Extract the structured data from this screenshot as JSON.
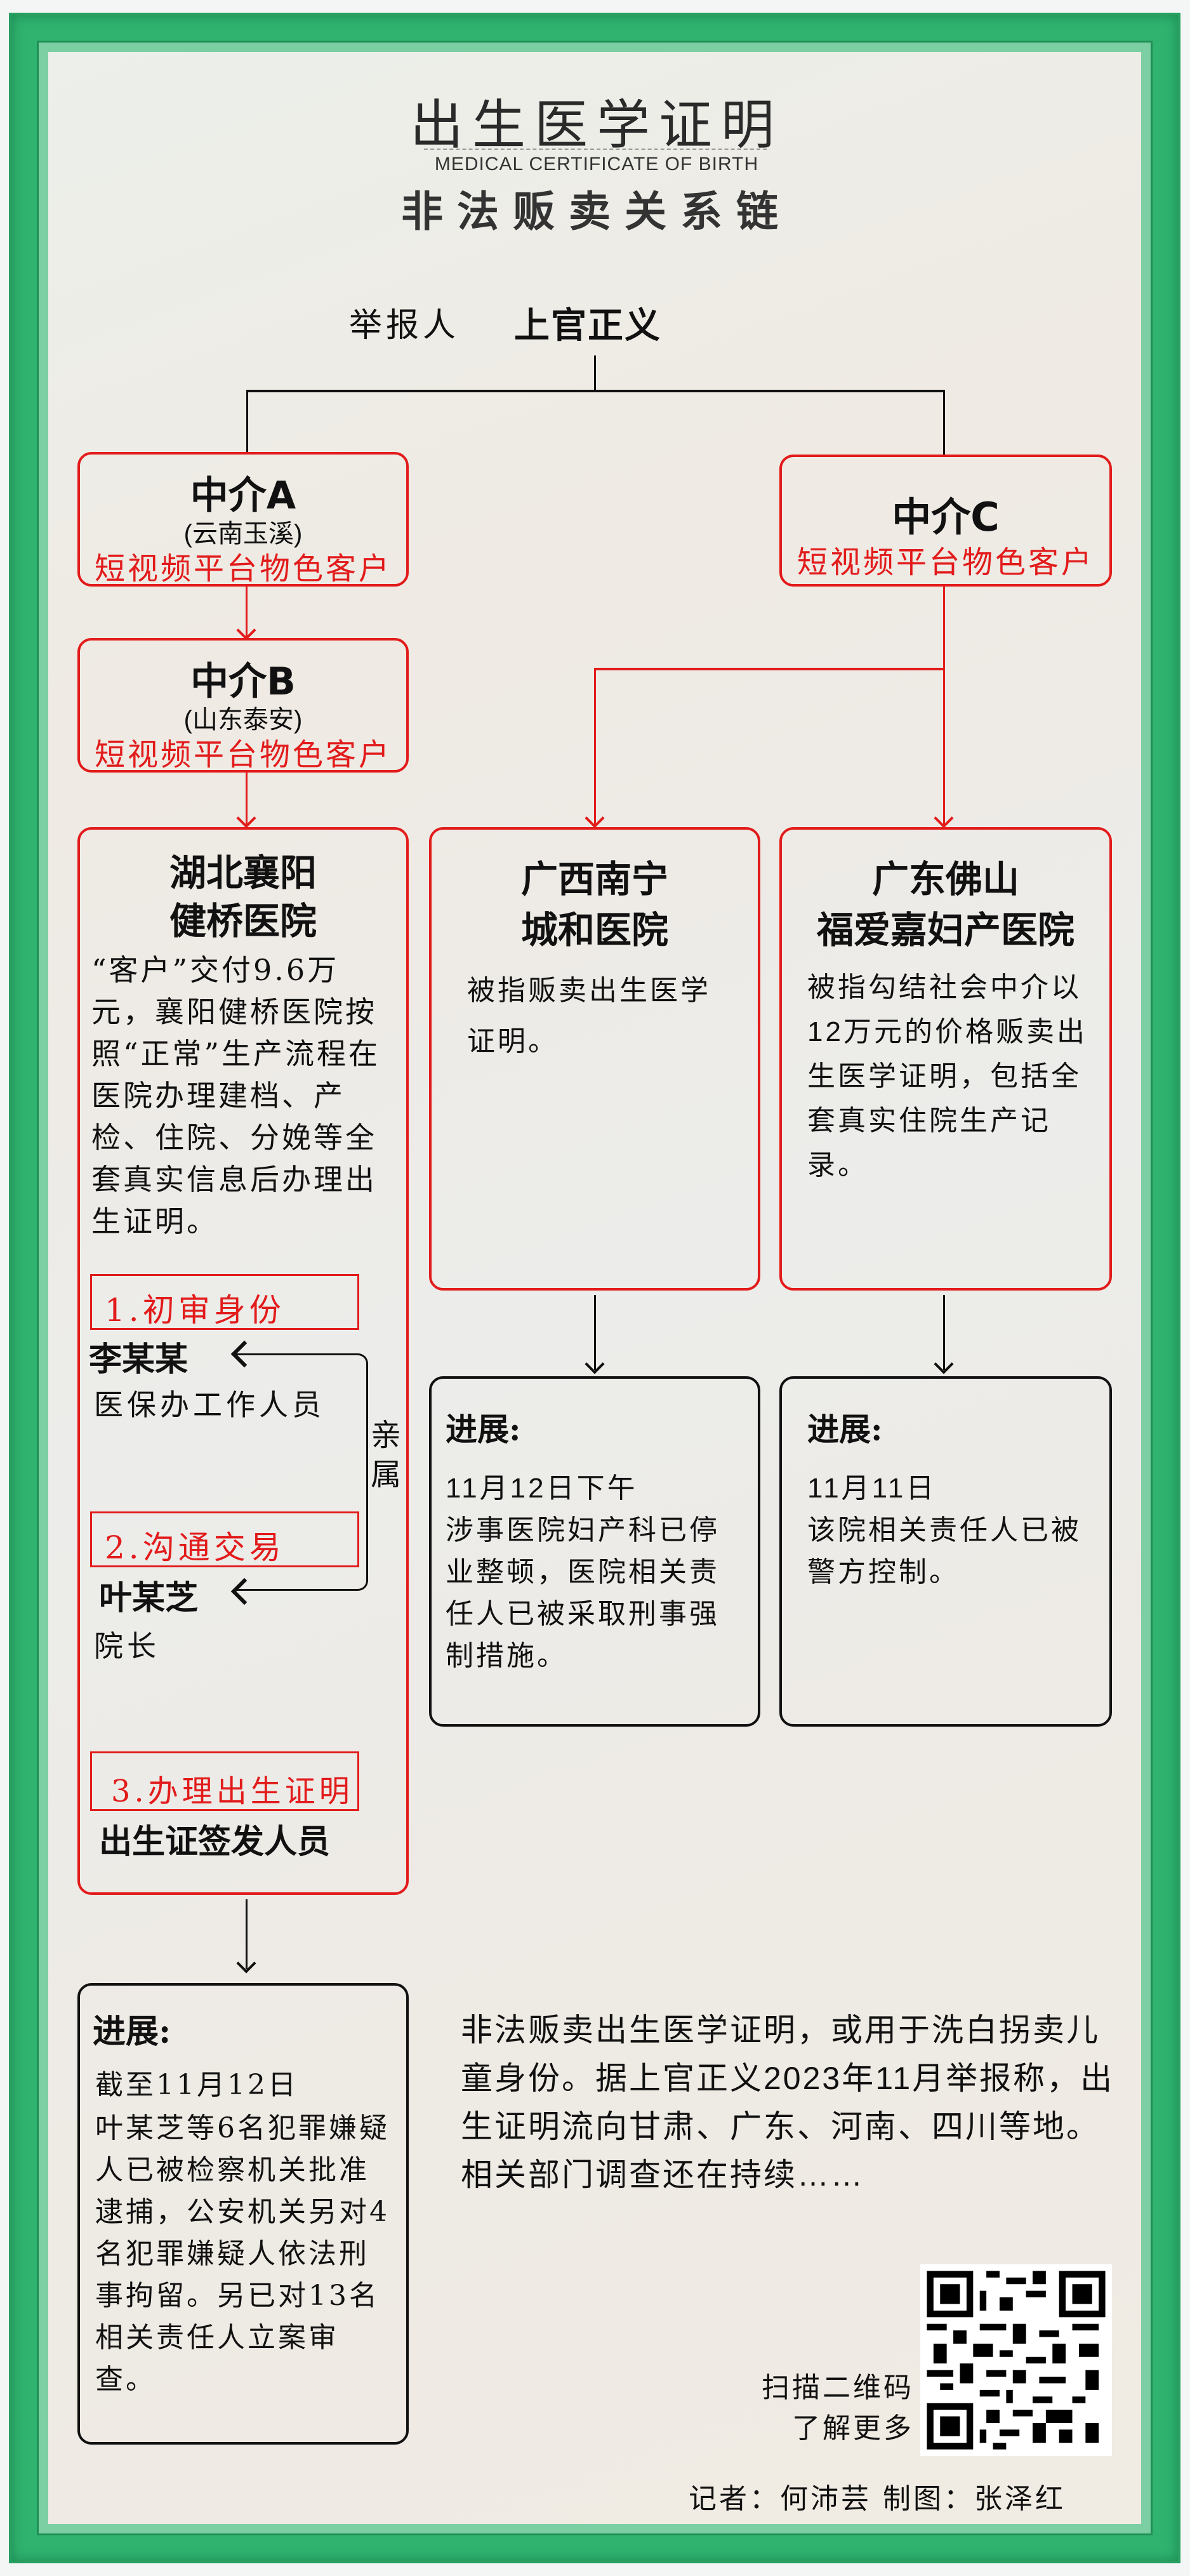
{
  "header": {
    "title_cn": "出生医学证明",
    "title_en": "MEDICAL CERTIFICATE OF BIRTH",
    "subtitle": "非法贩卖关系链"
  },
  "reporter": {
    "label": "举报人",
    "name": "上官正义"
  },
  "intermediaries": [
    {
      "name": "中介A",
      "location": "(云南玉溪)",
      "note": "短视频平台物色客户"
    },
    {
      "name": "中介B",
      "location": "(山东泰安)",
      "note": "短视频平台物色客户"
    },
    {
      "name": "中介C",
      "location": "",
      "note": "短视频平台物色客户"
    }
  ],
  "hospitals": [
    {
      "name_line1": "湖北襄阳",
      "name_line2": "健桥医院",
      "description": "“客户”交付9.6万元，襄阳健桥医院按照“正常”生产流程在医院办理建档、产检、住院、分娩等全套真实信息后办理出生证明。",
      "steps": [
        {
          "label": "1.初审身份",
          "person": "李某某",
          "role": "医保办工作人员"
        },
        {
          "label": "2.沟通交易",
          "person": "叶某芝",
          "role": "院长"
        },
        {
          "label": "3.办理出生证明",
          "person": "出生证签发人员",
          "role": ""
        }
      ],
      "relation_label": "亲属"
    },
    {
      "name_line1": "广西南宁",
      "name_line2": "城和医院",
      "description": "被指贩卖出生医学证明。"
    },
    {
      "name_line1": "广东佛山",
      "name_line2": "福爱嘉妇产医院",
      "description": "被指勾结社会中介以12万元的价格贩卖出生医学证明，包括全套真实住院生产记录。"
    }
  ],
  "progress": [
    {
      "label": "进展:",
      "date": "截至11月12日",
      "text": "叶某芝等6名犯罪嫌疑人已被检察机关批准逮捕，公安机关另对4名犯罪嫌疑人依法刑事拘留。另已对13名相关责任人立案审查。"
    },
    {
      "label": "进展:",
      "date": "11月12日下午",
      "text": "涉事医院妇产科已停业整顿，医院相关责任人已被采取刑事强制措施。"
    },
    {
      "label": "进展:",
      "date": "11月11日",
      "text": "该院相关责任人已被警方控制。"
    }
  ],
  "summary": "非法贩卖出生医学证明，或用于洗白拐卖儿童身份。据上官正义2023年11月举报称，出生证明流向甘肃、广东、河南、四川等地。相关部门调查还在持续……",
  "qr": {
    "caption_line1": "扫描二维码",
    "caption_line2": "了解更多",
    "icon": "qr-code-icon"
  },
  "credits": "记者：何沛芸 制图：张泽红",
  "colors": {
    "border_green": "#2fb36f",
    "accent_red": "#e21b1b",
    "text_black": "#111111"
  }
}
